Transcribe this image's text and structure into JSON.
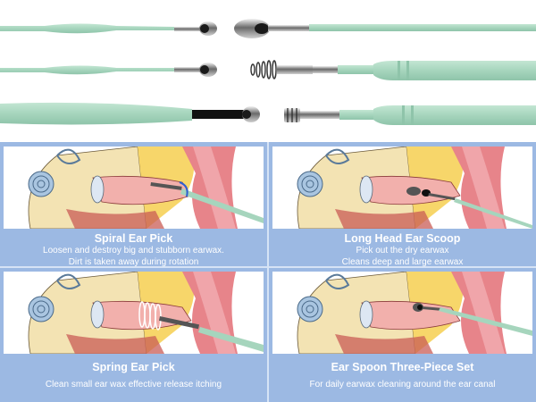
{
  "colors": {
    "panel_blue": "#9cb9e3",
    "divider": "#d6e3f5",
    "handle_green": "#a8d8c0",
    "metal": "#4a4a4a",
    "caption_text": "#ffffff"
  },
  "tools_banner": {
    "tools": [
      {
        "name": "small-spoon-left",
        "row": 1,
        "side": "left"
      },
      {
        "name": "long-head-scoop",
        "row": 1,
        "side": "right"
      },
      {
        "name": "small-spoon-left-2",
        "row": 2,
        "side": "left"
      },
      {
        "name": "spring-spiral-pick",
        "row": 2,
        "side": "right"
      },
      {
        "name": "wide-handle-spoon",
        "row": 3,
        "side": "left"
      },
      {
        "name": "spiral-tip-pick",
        "row": 3,
        "side": "right"
      }
    ]
  },
  "panels": [
    {
      "title": "Spiral Ear Pick",
      "desc_lines": [
        "Loosen and destroy big and stubborn earwax.",
        "Dirt is taken away during rotation"
      ]
    },
    {
      "title": "Long Head Ear Scoop",
      "desc_lines": [
        "Pick out the dry earwax",
        "Cleans deep and large earwax"
      ]
    },
    {
      "title": "Spring Ear Pick",
      "desc_lines": [
        "Clean small ear wax effective release itching"
      ]
    },
    {
      "title": "Ear Spoon Three-Piece Set",
      "desc_lines": [
        "For daily earwax cleaning around the ear canal"
      ]
    }
  ]
}
